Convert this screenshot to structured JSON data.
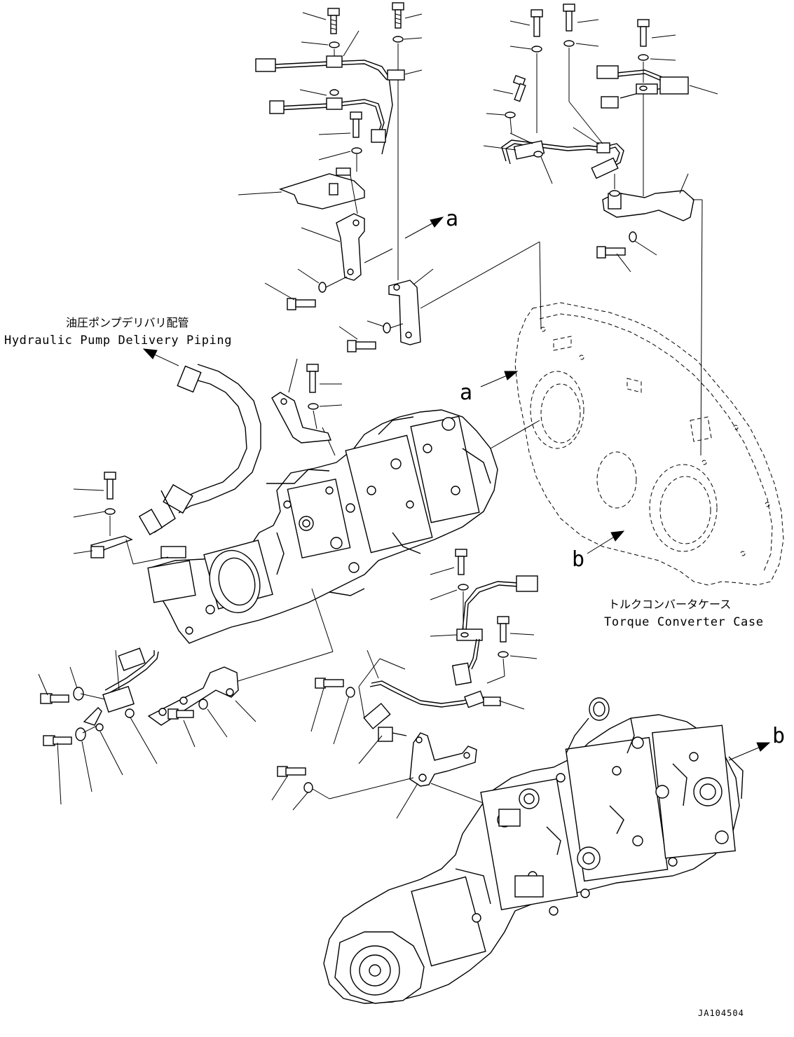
{
  "labels": {
    "hydraulic_jp": "油圧ポンプデリバリ配管",
    "hydraulic_en": "Hydraulic Pump Delivery Piping",
    "torque_jp": "トルクコンバータケース",
    "torque_en": "Torque Converter Case",
    "ref_a_top": "a",
    "ref_a_mid": "a",
    "ref_b_mid": "b",
    "ref_b_right": "b",
    "drawing_id": "JA104504"
  }
}
